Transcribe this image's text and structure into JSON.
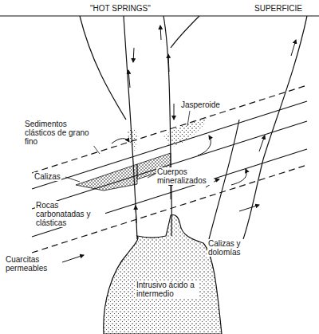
{
  "diagram": {
    "labels": [
      "\"HOT SPRINGS\"",
      "SUPERFICIE",
      "Sedimentos clásticos de grano fino",
      "Jasperoide",
      "Calizas",
      "Cuerpos mineralizados",
      "Rocas carbonatadas y clásticas",
      "Calizas y dolomías",
      "Cuarcitas permeables",
      "Intrusivo ácido a intermedio"
    ]
  }
}
